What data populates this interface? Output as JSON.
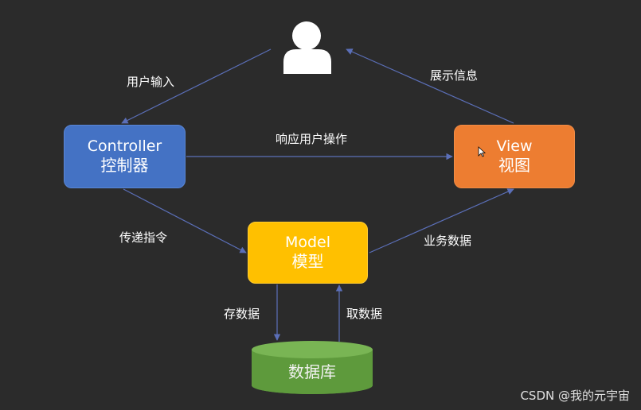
{
  "nodes": {
    "controller": {
      "line1": "Controller",
      "line2": "控制器",
      "color": "#4472c4"
    },
    "view": {
      "line1": "View",
      "line2": "视图",
      "color": "#ed7d31"
    },
    "model": {
      "line1": "Model",
      "line2": "模型",
      "color": "#ffc000"
    },
    "database": {
      "label": "数据库",
      "color": "#70ad47"
    },
    "user": {
      "icon": "user-icon"
    }
  },
  "edges": {
    "user_input": "用户输入",
    "show_info": "展示信息",
    "respond_user_action": "响应用户操作",
    "pass_command": "传递指令",
    "business_data": "业务数据",
    "store_data": "存数据",
    "fetch_data": "取数据"
  },
  "watermark": "CSDN @我的元宇宙",
  "arrow_color": "#5b6fb8"
}
